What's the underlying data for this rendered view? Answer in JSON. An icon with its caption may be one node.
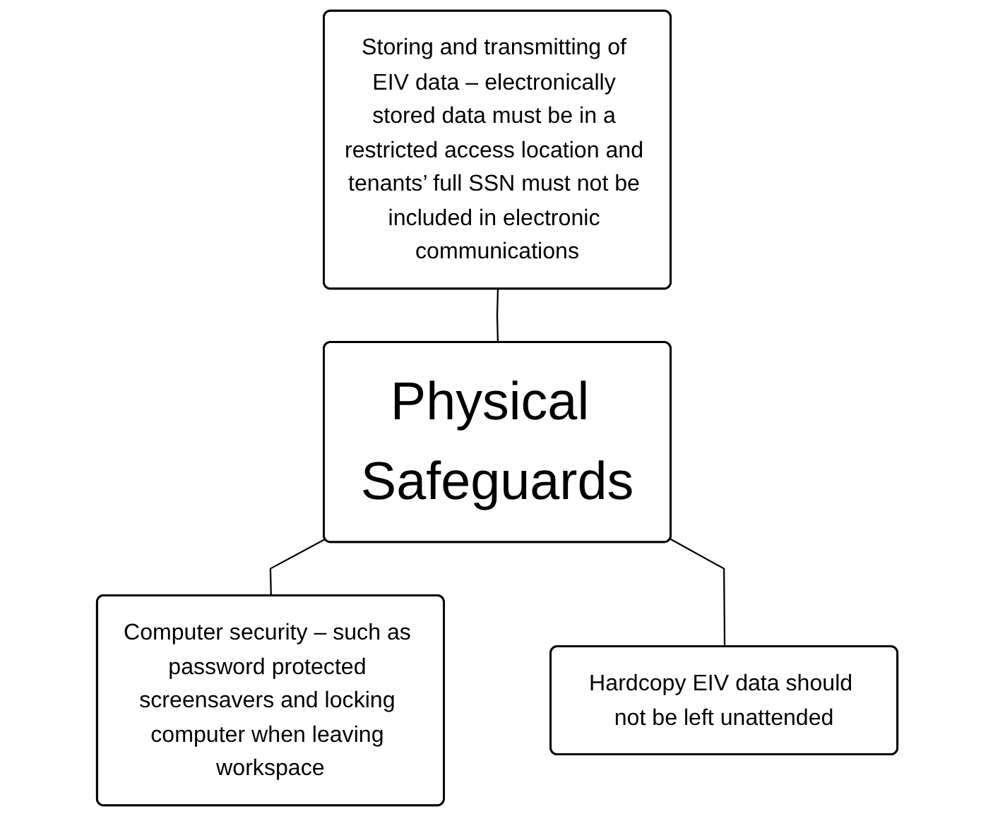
{
  "diagram": {
    "nodes": [
      {
        "text": [
          "Storing and transmitting of EIV data – electronically stored data must be in a restricted access location and tenants’ full SSN must not be included in electronic communications"
        ]
      },
      {
        "text": [
          "Physical Safeguards"
        ]
      },
      {
        "text": [
          "Computer security – such as password protected screensavers and locking computer when leaving workspace"
        ]
      },
      {
        "text": [
          "Hardcopy EIV data should not be left unattended"
        ]
      }
    ],
    "edges": [
      {
        "from": 0,
        "to": 1,
        "arrow": "none"
      },
      {
        "from": 1,
        "to": 2,
        "arrow": "none"
      },
      {
        "from": 1,
        "to": 3,
        "arrow": "none"
      }
    ]
  }
}
